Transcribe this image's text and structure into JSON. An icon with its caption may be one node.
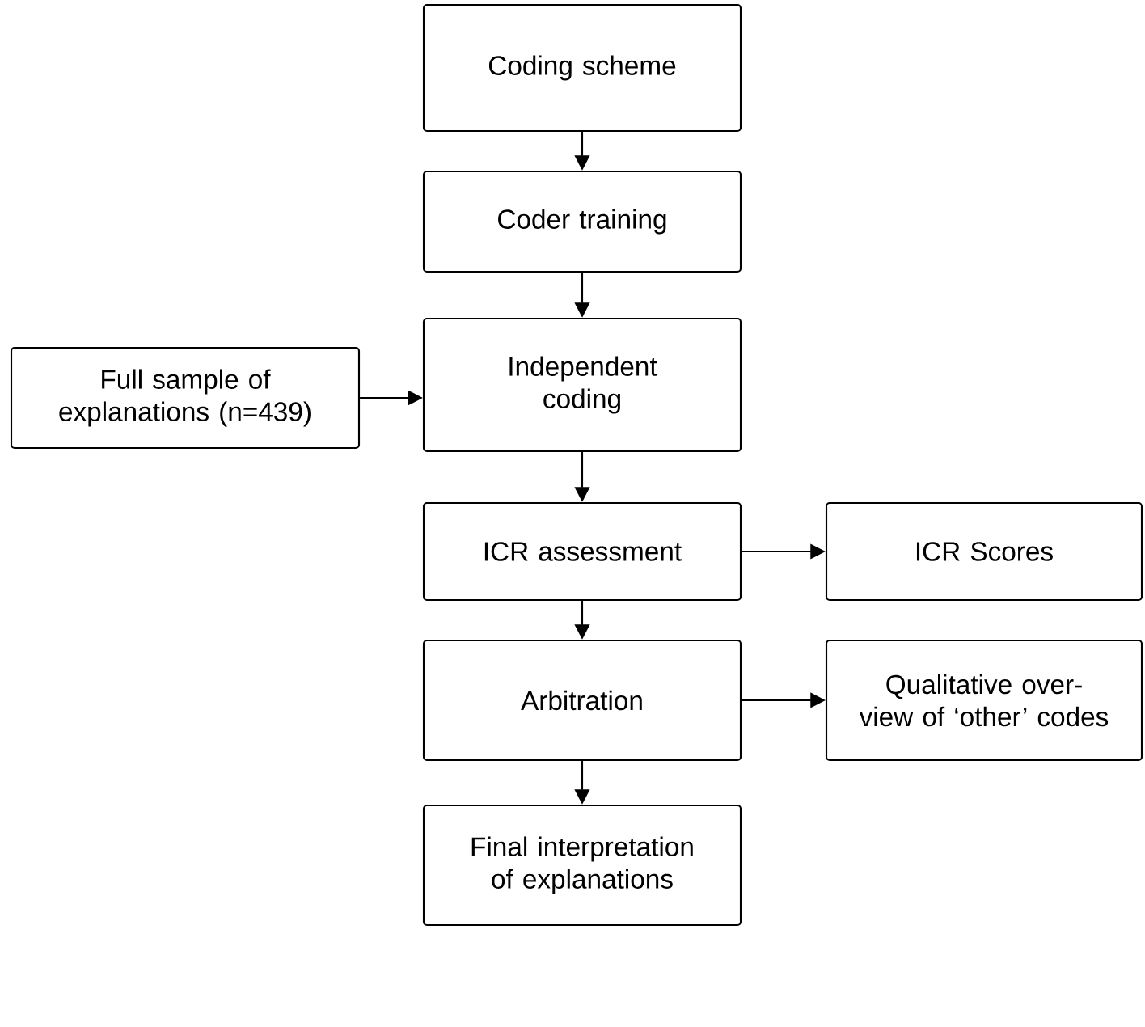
{
  "diagram": {
    "nodes": [
      {
        "text": [
          "Coding scheme"
        ]
      },
      {
        "text": [
          "Coder training"
        ]
      },
      {
        "text": [
          "Full sample of explanations (n=439)"
        ]
      },
      {
        "text": [
          "Independent coding"
        ]
      },
      {
        "text": [
          "ICR assessment"
        ]
      },
      {
        "text": [
          "ICR Scores"
        ]
      },
      {
        "text": [
          "Arbitration"
        ]
      },
      {
        "text": [
          "Qualitative over- view of ‘other’ codes"
        ]
      },
      {
        "text": [
          "Final interpretation of explanations"
        ]
      }
    ],
    "edges": [
      {
        "from": 0,
        "to": 1,
        "arrow": "to"
      },
      {
        "from": 1,
        "to": 3,
        "arrow": "to"
      },
      {
        "from": 2,
        "to": 3,
        "arrow": "to"
      },
      {
        "from": 3,
        "to": 4,
        "arrow": "to"
      },
      {
        "from": 4,
        "to": 5,
        "arrow": "to"
      },
      {
        "from": 4,
        "to": 6,
        "arrow": "to"
      },
      {
        "from": 6,
        "to": 7,
        "arrow": "to"
      },
      {
        "from": 6,
        "to": 8,
        "arrow": "to"
      }
    ]
  }
}
